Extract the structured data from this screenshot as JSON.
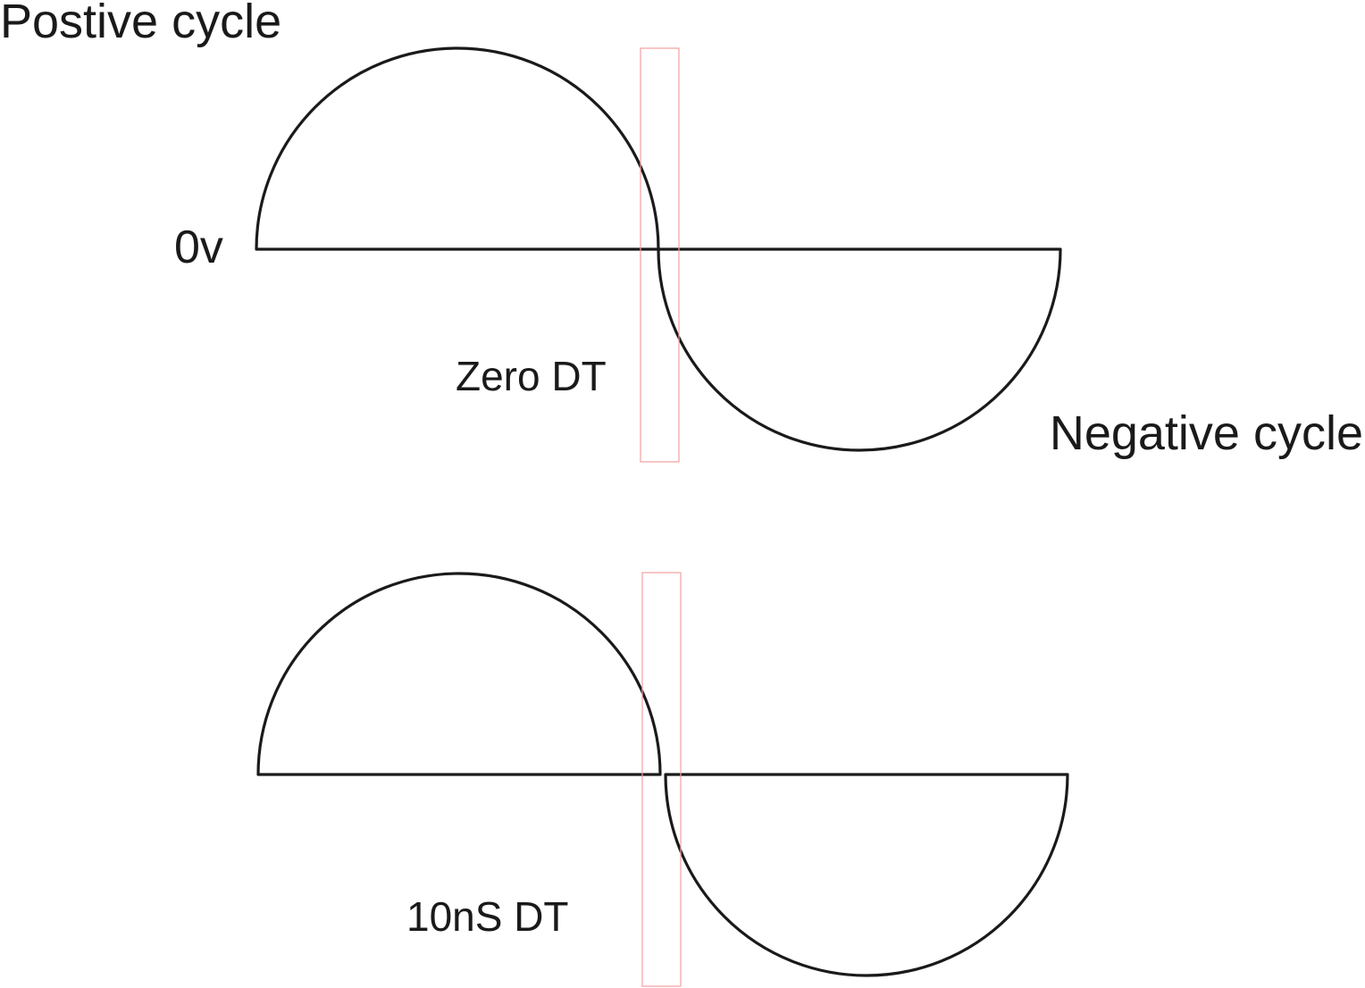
{
  "labels": {
    "positive_cycle": "Postive cycle",
    "negative_cycle": "Negative cycle",
    "zero_volt": "0v"
  },
  "waveforms": [
    {
      "id": "zero-dt",
      "dead_time_label": "Zero DT"
    },
    {
      "id": "ten-ns-dt",
      "dead_time_label": "10nS DT"
    }
  ],
  "colors": {
    "waveform_stroke": "#1a1a1a",
    "dead_time_window": "#f2a0a0",
    "background": "#ffffff"
  }
}
